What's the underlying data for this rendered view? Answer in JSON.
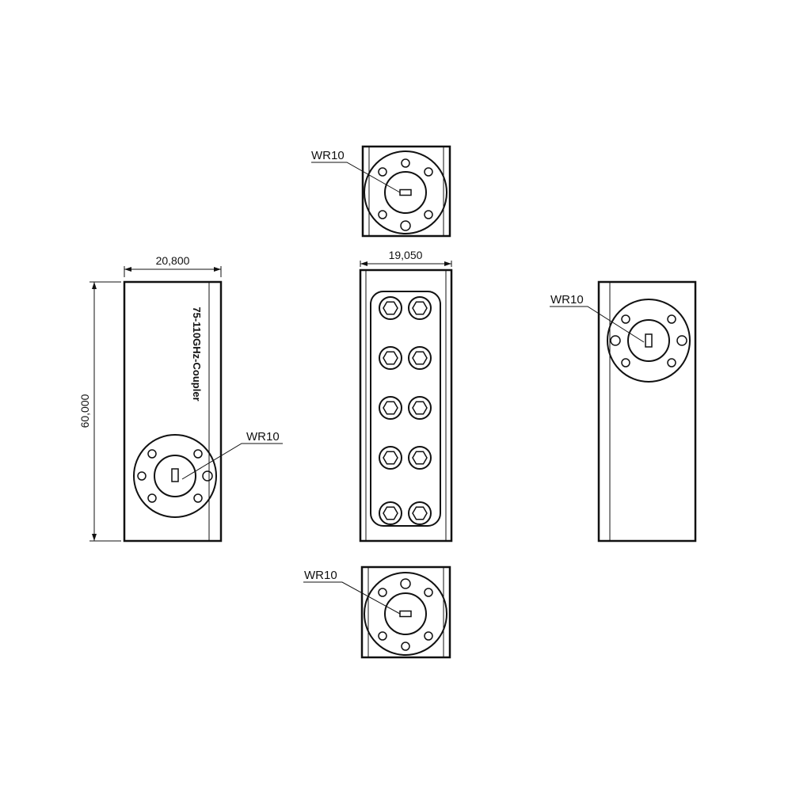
{
  "dimensions": {
    "left_width": "20,800",
    "left_height": "60,000",
    "center_width": "19,050"
  },
  "labels": {
    "port_top": "WR10",
    "port_left": "WR10",
    "port_right": "WR10",
    "port_bottom": "WR10"
  },
  "engraving": "75-110GHz-Coupler",
  "icons": {
    "flange": "waveguide-flange-icon",
    "screw": "hex-screw-icon"
  },
  "colors": {
    "line": "#111111",
    "background": "#ffffff"
  }
}
